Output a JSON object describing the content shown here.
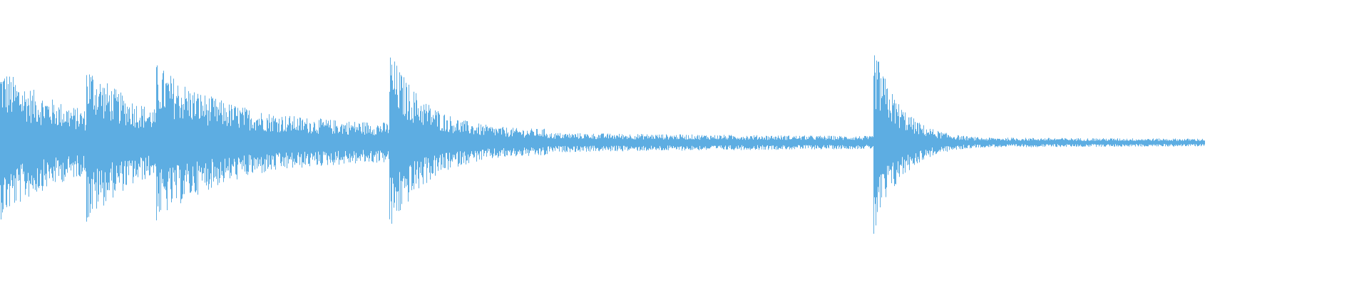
{
  "waveform": {
    "color": "#5DADE2",
    "duration_fraction": 0.88,
    "segments": [
      {
        "name": "onset-1",
        "start": 0.0,
        "peak": 0.78,
        "decay": 0.055,
        "floor": 0.16
      },
      {
        "name": "onset-2",
        "start": 0.063,
        "peak": 0.82,
        "decay": 0.045,
        "floor": 0.15
      },
      {
        "name": "onset-3",
        "start": 0.114,
        "peak": 0.8,
        "decay": 0.06,
        "floor": 0.18
      },
      {
        "name": "onset-4",
        "start": 0.284,
        "peak": 0.95,
        "decay": 0.03,
        "floor": 0.14
      },
      {
        "name": "onset-5",
        "start": 0.638,
        "peak": 0.99,
        "decay": 0.022,
        "floor": 0.05
      }
    ],
    "tail_levels": [
      {
        "from": 0.0,
        "to": 0.285,
        "level": 0.18
      },
      {
        "from": 0.285,
        "to": 0.4,
        "level": 0.1
      },
      {
        "from": 0.4,
        "to": 0.64,
        "level": 0.03
      },
      {
        "from": 0.64,
        "to": 0.88,
        "level": 0.02
      }
    ]
  }
}
